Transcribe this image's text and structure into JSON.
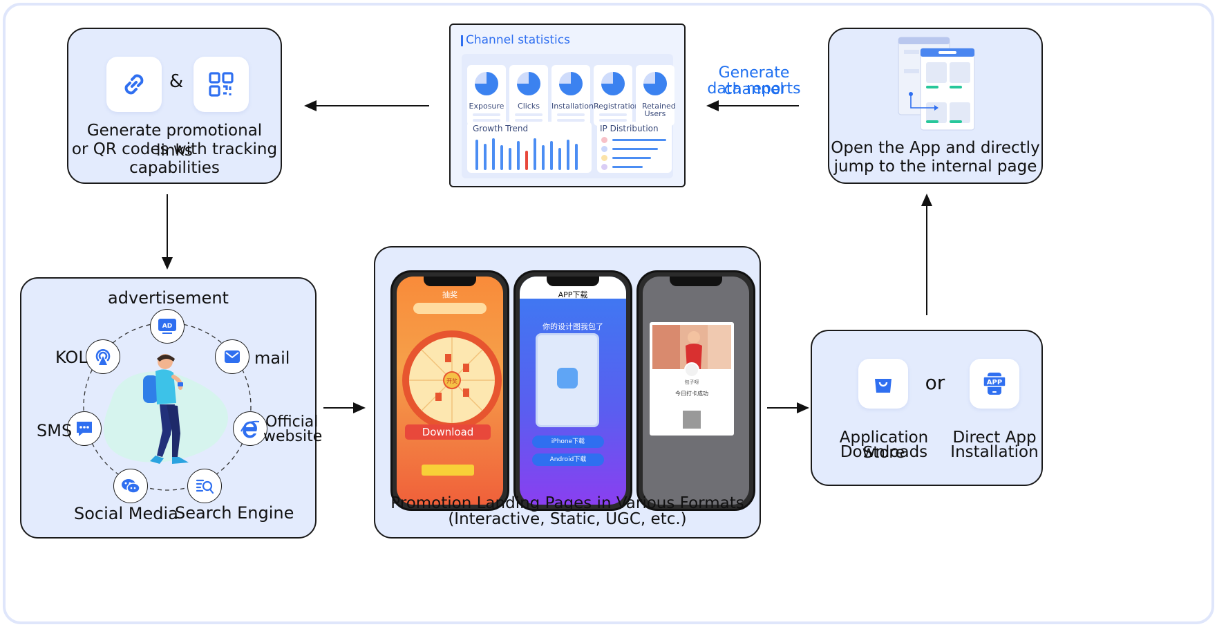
{
  "links_card": {
    "ampersand": "&",
    "text_lines": [
      "Generate promotional links",
      "or QR codes with tracking",
      "capabilities"
    ],
    "icons": [
      "link-icon",
      "qr-code-icon"
    ]
  },
  "stats_panel": {
    "title": "Channel statistics",
    "stats": [
      "Exposure",
      "Clicks",
      "Installations",
      "Registrations",
      "Retained Users"
    ],
    "growth_title": "Growth Trend",
    "ip_title": "IP Distribution",
    "ip_dot_colors": [
      "#f7c1c8",
      "#c9d6fb",
      "#fbe3a8",
      "#d9cdf5"
    ]
  },
  "report_label": [
    "Generate channel",
    "data reports"
  ],
  "open_app_card": {
    "text_lines": [
      "Open the App and directly",
      "jump to the internal page"
    ]
  },
  "channels_card": {
    "title": "advertisement",
    "channels": [
      "KOL",
      "mail",
      "SMS",
      "Official",
      "website",
      "Social Media",
      "Search Engine"
    ],
    "ad_badge": "AD"
  },
  "landing_card": {
    "text_lines": [
      "Promotion Landing Pages in Various Formats",
      "(Interactive, Static, UGC, etc.)"
    ],
    "phone1": {
      "header": "抽奖",
      "download_button": "Download",
      "center": "开奖"
    },
    "phone2": {
      "header": "APP下载",
      "subtitle": "你的设计图我包了",
      "iphone_button": "iPhone下载",
      "android_button": "Android下载"
    },
    "phone3": {
      "name": "包子呀",
      "checkin": "今日打卡成功"
    }
  },
  "install_card": {
    "or": "or",
    "store_lines": [
      "Application Store",
      "Downloads"
    ],
    "direct_lines": [
      "Direct App",
      "Installation"
    ],
    "app_badge": "APP"
  },
  "colors": {
    "accent": "#2f6ff0",
    "card_bg": "#e3ebfd",
    "report_text": "#1e6ff0",
    "download_red": "#e8483b"
  }
}
